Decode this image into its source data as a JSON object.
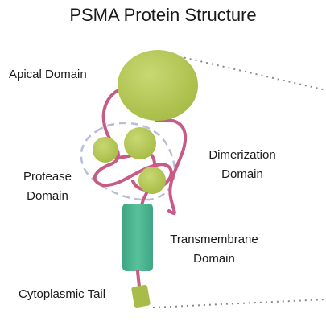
{
  "title": "PSMA Protein Structure",
  "labels": {
    "apical": "Apical Domain",
    "protease_line1": "Protease",
    "protease_line2": "Domain",
    "dimerization_line1": "Dimerization",
    "dimerization_line2": "Domain",
    "transmembrane_line1": "Transmembrane",
    "transmembrane_line2": "Domain",
    "cytoplasmic": "Cytoplasmic Tail"
  },
  "colors": {
    "domain_green": "#a8bd49",
    "domain_green_light": "#c5d36f",
    "chain_pink": "#c75b86",
    "transmembrane_teal": "#48b08f",
    "dashed_outline": "#b9bdd6",
    "zoom_lines": "#8a8a8a"
  }
}
